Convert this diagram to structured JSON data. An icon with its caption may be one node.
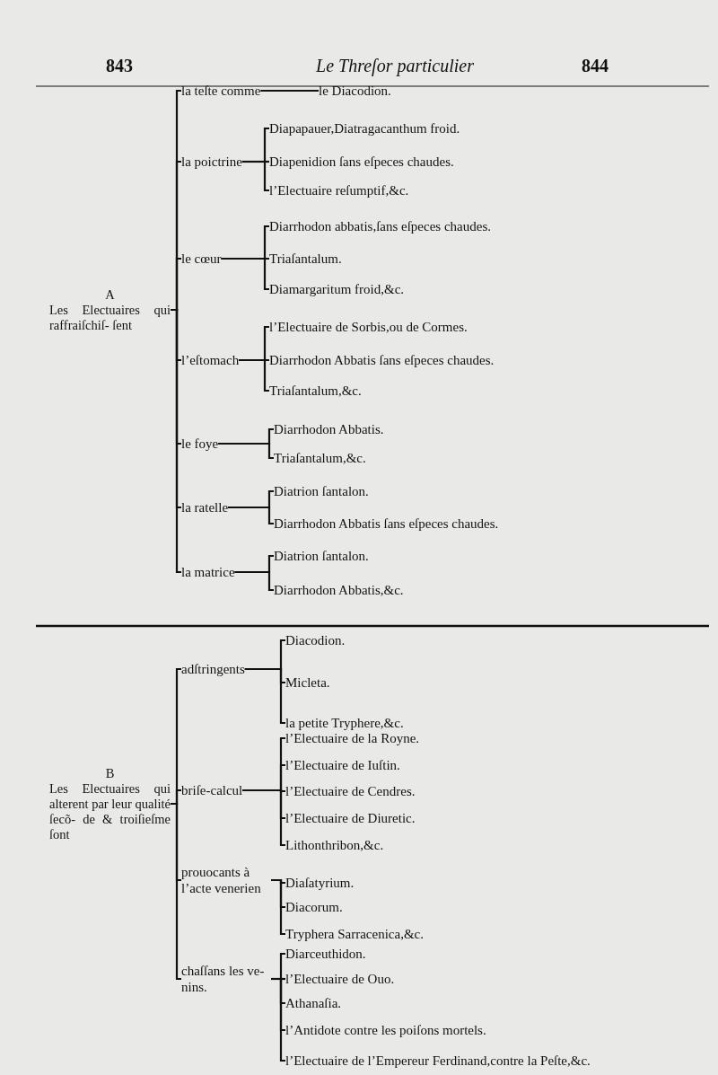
{
  "diagram": {
    "title": "Le Threſor particulier",
    "nodes": [
      {
        "text": [
          "A",
          "Les Electuaires qui raffraiſchiſ- ſent"
        ]
      },
      {
        "text": [
          "la teſte comme"
        ]
      },
      {
        "text": [
          "le Diacodion."
        ]
      },
      {
        "text": [
          "la poictrine"
        ]
      },
      {
        "text": [
          "Diapapauer,Diatragacanthum froid."
        ]
      },
      {
        "text": [
          "Diapenidion ſans eſpeces chaudes."
        ]
      },
      {
        "text": [
          "l’Electuaire reſumptif,&c."
        ]
      },
      {
        "text": [
          "le cœur"
        ]
      },
      {
        "text": [
          "Diarrhodon abbatis,ſans eſpeces chaudes."
        ]
      },
      {
        "text": [
          "Triaſantalum."
        ]
      },
      {
        "text": [
          "Diamargaritum froid,&c."
        ]
      },
      {
        "text": [
          "l’eſtomach"
        ]
      },
      {
        "text": [
          "l’Electuaire de Sorbis,ou de Cormes."
        ]
      },
      {
        "text": [
          "Diarrhodon Abbatis ſans eſpeces chaudes."
        ]
      },
      {
        "text": [
          "Triaſantalum,&c."
        ]
      },
      {
        "text": [
          "le foye"
        ]
      },
      {
        "text": [
          "Diarrhodon Abbatis."
        ]
      },
      {
        "text": [
          "Triaſantalum,&c."
        ]
      },
      {
        "text": [
          "la ratelle"
        ]
      },
      {
        "text": [
          "Diatrion ſantalon."
        ]
      },
      {
        "text": [
          "Diarrhodon Abbatis ſans eſpeces chaudes."
        ]
      },
      {
        "text": [
          "la matrice"
        ]
      },
      {
        "text": [
          "Diatrion ſantalon."
        ]
      },
      {
        "text": [
          "Diarrhodon Abbatis,&c."
        ]
      },
      {
        "text": [
          "B",
          "Les Electuaires qui alterent par leur qualité ſecõ- de & troiſieſme ſont"
        ]
      },
      {
        "text": [
          "adſtringents"
        ]
      },
      {
        "text": [
          "Diacodion."
        ]
      },
      {
        "text": [
          "Micleta."
        ]
      },
      {
        "text": [
          "la petite Tryphere,&c."
        ]
      },
      {
        "text": [
          "briſe-calcul"
        ]
      },
      {
        "text": [
          "l’Electuaire de la Royne."
        ]
      },
      {
        "text": [
          "l’Electuaire de Iuſtin."
        ]
      },
      {
        "text": [
          "l’Electuaire de Cendres."
        ]
      },
      {
        "text": [
          "l’Electuaire de Diuretic."
        ]
      },
      {
        "text": [
          "Lithonthribon,&c."
        ]
      },
      {
        "text": [
          "prouocants à l’acte venerien"
        ]
      },
      {
        "text": [
          "Diaſatyrium."
        ]
      },
      {
        "text": [
          "Diacorum."
        ]
      },
      {
        "text": [
          "Tryphera Sarracenica,&c."
        ]
      },
      {
        "text": [
          "chaſſans les ve- nins."
        ]
      },
      {
        "text": [
          "Diarceuthidon."
        ]
      },
      {
        "text": [
          "l’Electuaire de Ouo."
        ]
      },
      {
        "text": [
          "Athanaſia."
        ]
      },
      {
        "text": [
          "l’Antidote contre les poiſons mortels."
        ]
      },
      {
        "text": [
          "l’Electuaire de l’Empereur Ferdinand,contre la Peſte,&c."
        ]
      }
    ],
    "edges": [
      {
        "from": 0,
        "to": 1,
        "arrow": "none"
      },
      {
        "from": 0,
        "to": 3,
        "arrow": "none"
      },
      {
        "from": 0,
        "to": 7,
        "arrow": "none"
      },
      {
        "from": 0,
        "to": 11,
        "arrow": "none"
      },
      {
        "from": 0,
        "to": 15,
        "arrow": "none"
      },
      {
        "from": 0,
        "to": 18,
        "arrow": "none"
      },
      {
        "from": 0,
        "to": 21,
        "arrow": "none"
      },
      {
        "from": 1,
        "to": 2,
        "arrow": "none"
      },
      {
        "from": 3,
        "to": 4,
        "arrow": "none"
      },
      {
        "from": 3,
        "to": 5,
        "arrow": "none"
      },
      {
        "from": 3,
        "to": 6,
        "arrow": "none"
      },
      {
        "from": 7,
        "to": 8,
        "arrow": "none"
      },
      {
        "from": 7,
        "to": 9,
        "arrow": "none"
      },
      {
        "from": 7,
        "to": 10,
        "arrow": "none"
      },
      {
        "from": 11,
        "to": 12,
        "arrow": "none"
      },
      {
        "from": 11,
        "to": 13,
        "arrow": "none"
      },
      {
        "from": 11,
        "to": 14,
        "arrow": "none"
      },
      {
        "from": 15,
        "to": 16,
        "arrow": "none"
      },
      {
        "from": 15,
        "to": 17,
        "arrow": "none"
      },
      {
        "from": 18,
        "to": 19,
        "arrow": "none"
      },
      {
        "from": 18,
        "to": 20,
        "arrow": "none"
      },
      {
        "from": 21,
        "to": 22,
        "arrow": "none"
      },
      {
        "from": 21,
        "to": 23,
        "arrow": "none"
      },
      {
        "from": 24,
        "to": 25,
        "arrow": "none"
      },
      {
        "from": 24,
        "to": 29,
        "arrow": "none"
      },
      {
        "from": 24,
        "to": 35,
        "arrow": "none"
      },
      {
        "from": 24,
        "to": 39,
        "arrow": "none"
      },
      {
        "from": 25,
        "to": 26,
        "arrow": "none"
      },
      {
        "from": 25,
        "to": 27,
        "arrow": "none"
      },
      {
        "from": 25,
        "to": 28,
        "arrow": "none"
      },
      {
        "from": 29,
        "to": 30,
        "arrow": "none"
      },
      {
        "from": 29,
        "to": 31,
        "arrow": "none"
      },
      {
        "from": 29,
        "to": 32,
        "arrow": "none"
      },
      {
        "from": 29,
        "to": 33,
        "arrow": "none"
      },
      {
        "from": 29,
        "to": 34,
        "arrow": "none"
      },
      {
        "from": 35,
        "to": 36,
        "arrow": "none"
      },
      {
        "from": 35,
        "to": 37,
        "arrow": "none"
      },
      {
        "from": 35,
        "to": 38,
        "arrow": "none"
      },
      {
        "from": 39,
        "to": 40,
        "arrow": "none"
      },
      {
        "from": 39,
        "to": 41,
        "arrow": "none"
      },
      {
        "from": 39,
        "to": 42,
        "arrow": "none"
      },
      {
        "from": 39,
        "to": 43,
        "arrow": "none"
      },
      {
        "from": 39,
        "to": 44,
        "arrow": "none"
      }
    ],
    "labels": [
      "843",
      "844"
    ]
  }
}
